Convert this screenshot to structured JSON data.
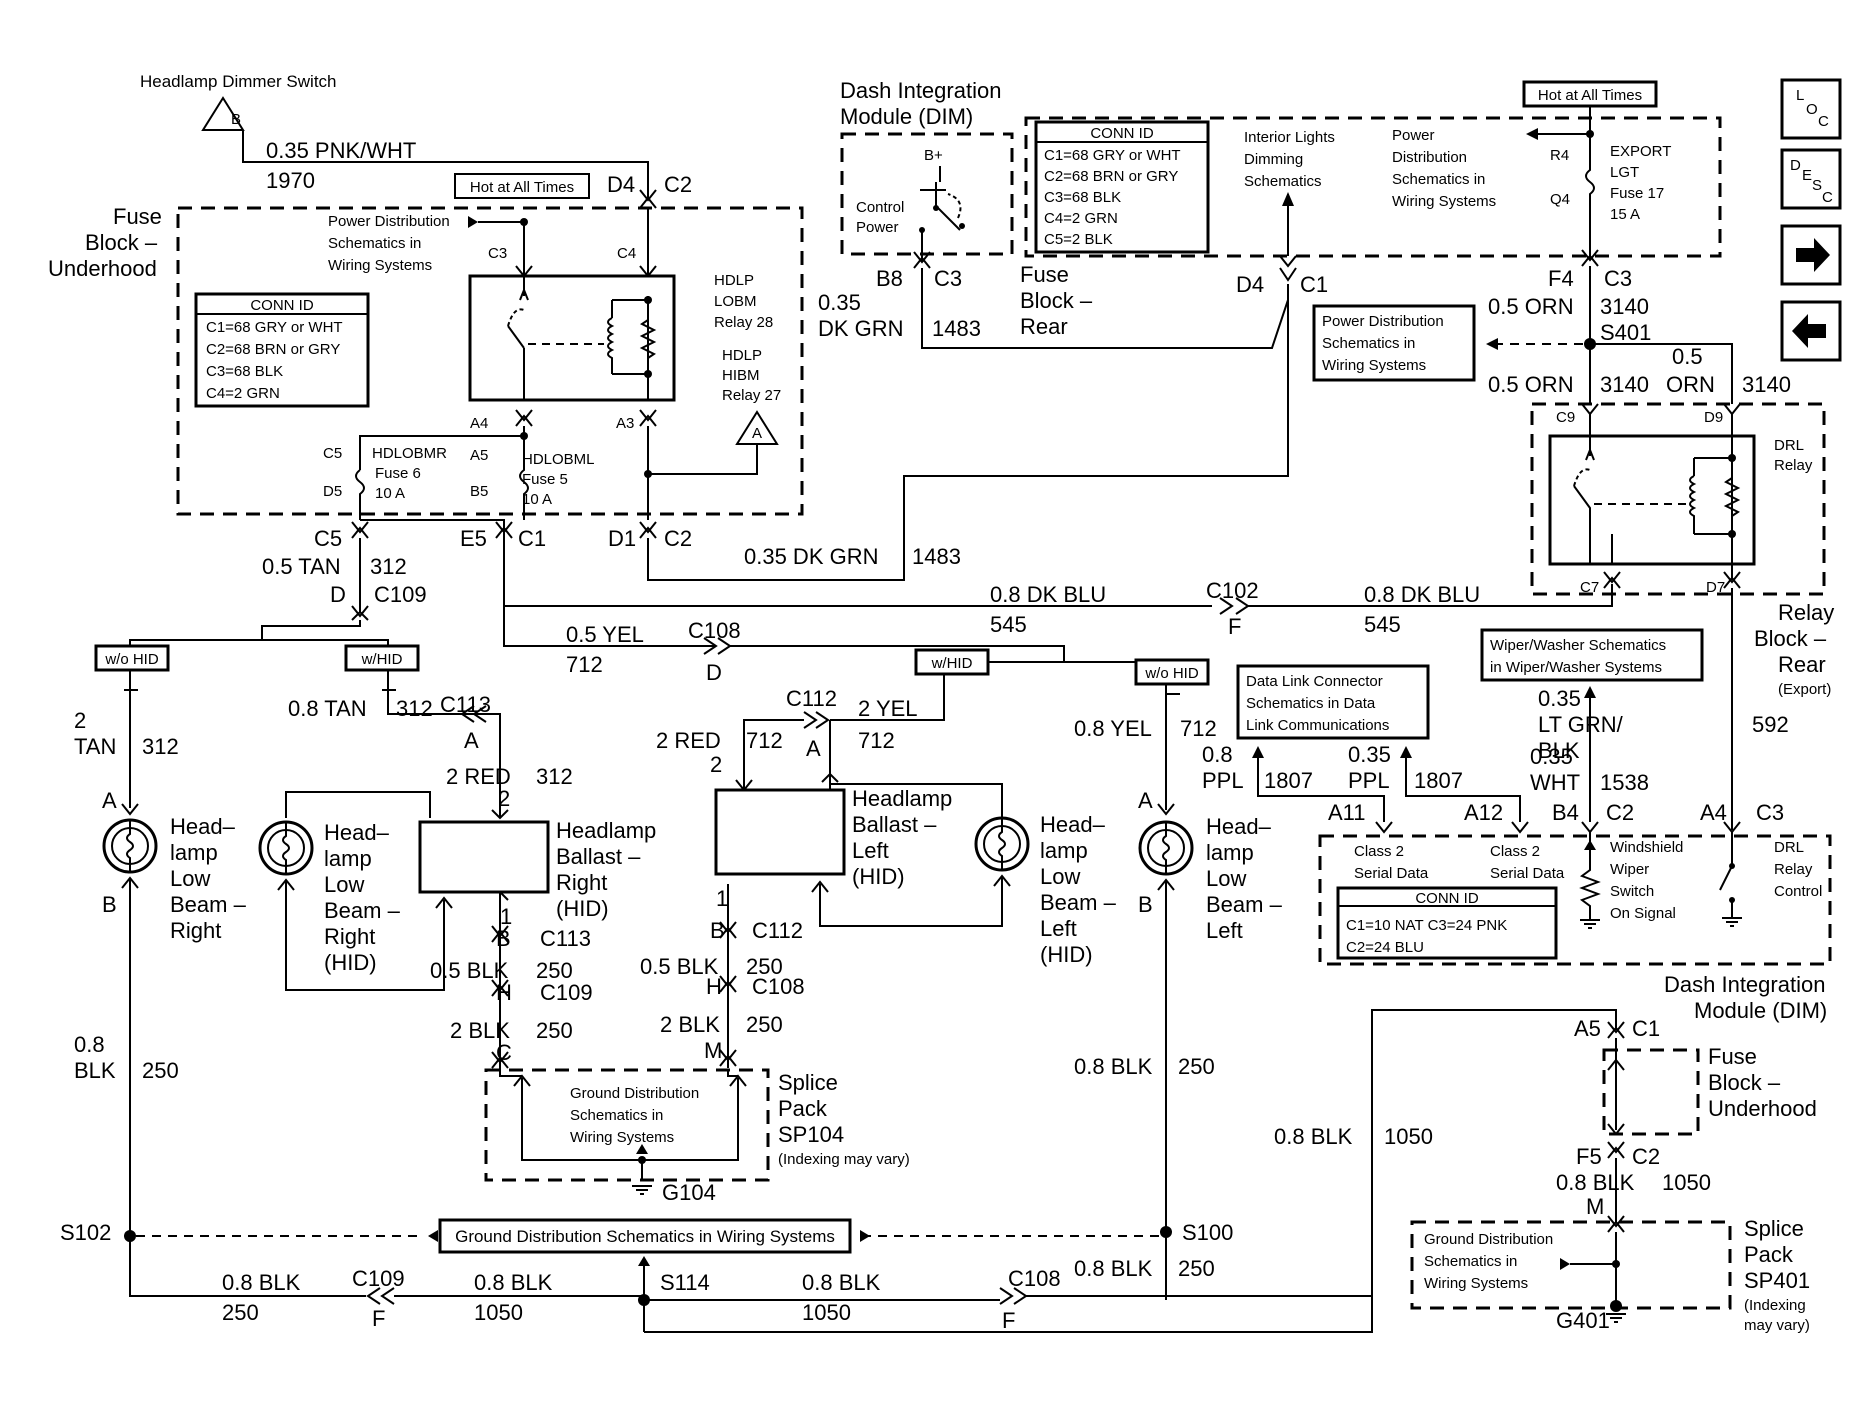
{
  "headlamp_dimmer_switch": "Headlamp Dimmer Switch",
  "dimmer_tag": "B",
  "wire_pnk_wht": "0.35 PNK/WHT",
  "circuit_1970": "1970",
  "d4": "D4",
  "c1": "C1",
  "c2": "C2",
  "c3": "C3",
  "c4": "C4",
  "c5": "C5",
  "hot_at_all_times": "Hot at All Times",
  "power_distribution_line1": "Power Distribution",
  "schematics_in": "Schematics in",
  "wiring_systems": "Wiring Systems",
  "fuse_block_underhood": [
    "Fuse",
    "Block –",
    "Underhood"
  ],
  "conn_id": "CONN ID",
  "underhood_conn": [
    "C1=68 GRY or WHT",
    "C2=68 BRN or GRY",
    "C3=68 BLK",
    "C4=2 GRN"
  ],
  "hdlp_lobm_relay": [
    "HDLP",
    "LOBM",
    "Relay 28"
  ],
  "hdlp_hibm_relay": [
    "HDLP",
    "HIBM",
    "Relay 27"
  ],
  "relay_tag_a": "A",
  "a4": "A4",
  "a3": "A3",
  "a5": "A5",
  "b5": "B5",
  "d5": "D5",
  "d1": "D1",
  "e5": "E5",
  "hdlobmr_fuse": [
    "HDLOBMR",
    "Fuse 6",
    "10 A"
  ],
  "hdlobml_fuse": [
    "HDLOBML",
    "Fuse 5",
    "10 A"
  ],
  "dim_title": [
    "Dash Integration",
    "Module (DIM)"
  ],
  "b_plus": "B+",
  "control_power": [
    "Control",
    "Power"
  ],
  "b8": "B8",
  "wire_035_dk_grn": [
    "0.35",
    "DK GRN"
  ],
  "circuit_1483": "1483",
  "fuse_block_rear": [
    "Fuse",
    "Block –",
    "Rear"
  ],
  "rear_conn": [
    "C1=68 GRY or WHT",
    "C2=68 BRN or GRY",
    "C3=68 BLK",
    "C4=2 GRN",
    "C5=2 BLK"
  ],
  "interior_lights": [
    "Interior Lights",
    "Dimming",
    "Schematics"
  ],
  "power_dist_rear": [
    "Power",
    "Distribution",
    "Schematics in",
    "Wiring Systems"
  ],
  "r4": "R4",
  "q4": "Q4",
  "f4": "F4",
  "export_fuse": [
    "EXPORT",
    "LGT",
    "Fuse 17",
    "15 A"
  ],
  "wire_05_orn": "0.5 ORN",
  "circuit_3140": "3140",
  "s401": "S401",
  "pd_box": [
    "Power Distribution",
    "Schematics in",
    "Wiring Systems"
  ],
  "wire_05": "0.5",
  "orn": "ORN",
  "c9": "C9",
  "d9": "D9",
  "c7": "C7",
  "d7": "D7",
  "drl_relay": [
    "DRL",
    "Relay"
  ],
  "relay_block_rear": [
    "Relay",
    "Block –",
    "Rear"
  ],
  "export_label": "(Export)",
  "wire_05_tan": "0.5 TAN",
  "circuit_312": "312",
  "d": "D",
  "c109": "C109",
  "wire_035_dk_grn_long": "0.35 DK GRN",
  "wire_08_dk_blu": "0.8 DK BLU",
  "circuit_545": "545",
  "c102": "C102",
  "f": "F",
  "wire_05_yel": "0.5 YEL",
  "circuit_712": "712",
  "c108": "C108",
  "wo_hid": "w/o HID",
  "w_hid": "w/HID",
  "wire_08_tan": "0.8 TAN",
  "c113": "C113",
  "wire_2_tan": [
    "2",
    "TAN"
  ],
  "wire_2_red": "2 RED",
  "two": "2",
  "wire_2_yel": "2 YEL",
  "c112": "C112",
  "wire_08_yel": "0.8 YEL",
  "hl_low_right": [
    "Head–",
    "lamp",
    "Low",
    "Beam –",
    "Right"
  ],
  "hl_low_right_hid": [
    "Head–",
    "lamp",
    "Low",
    "Beam –",
    "Right",
    "(HID)"
  ],
  "ballast_right": [
    "Headlamp",
    "Ballast –",
    "Right",
    "(HID)"
  ],
  "ballast_left": [
    "Headlamp",
    "Ballast –",
    "Left",
    "(HID)"
  ],
  "hl_low_left_hid": [
    "Head–",
    "lamp",
    "Low",
    "Beam –",
    "Left",
    "(HID)"
  ],
  "hl_low_left": [
    "Head–",
    "lamp",
    "Low",
    "Beam –",
    "Left"
  ],
  "a": "A",
  "b": "B",
  "one": "1",
  "h": "H",
  "c": "C",
  "m": "M",
  "wire_05_blk": "0.5 BLK",
  "circuit_250": "250",
  "wire_2_blk": "2 BLK",
  "wire_08_blk_stack": [
    "0.8",
    "BLK"
  ],
  "wire_08_blk": "0.8 BLK",
  "ground_dist_box": [
    "Ground Distribution",
    "Schematics in",
    "Wiring Systems"
  ],
  "splice_sp104": [
    "Splice",
    "Pack",
    "SP104"
  ],
  "indexing": "(Indexing may vary)",
  "g104": "G104",
  "s102": "S102",
  "s100": "S100",
  "s114": "S114",
  "ground_dist_wide": "Ground Distribution Schematics in Wiring Systems",
  "circuit_1050": "1050",
  "data_link": [
    "Data Link Connector",
    "Schematics in Data",
    "Link Communications"
  ],
  "wiper_washer": [
    "Wiper/Washer Schematics",
    "in Wiper/Washer Systems"
  ],
  "wire_08_ppl": [
    "0.8",
    "PPL"
  ],
  "wire_035_ppl": [
    "0.35",
    "PPL"
  ],
  "circuit_1807": "1807",
  "wire_035_wht": [
    "0.35",
    "WHT"
  ],
  "circuit_1538": "1538",
  "wire_035_lt_grn": [
    "0.35",
    "LT GRN/",
    "BLK"
  ],
  "circuit_592": "592",
  "a11": "A11",
  "a12": "A12",
  "b4": "B4",
  "a4r": "A4",
  "a5r": "A5",
  "f5": "F5",
  "class2": [
    "Class 2",
    "Serial Data"
  ],
  "dim_conn": [
    "C1=10 NAT  C3=24 PNK",
    "C2=24 BLU"
  ],
  "windshield": [
    "Windshield",
    "Wiper",
    "Switch",
    "On Signal"
  ],
  "drl_relay_control": [
    "DRL",
    "Relay",
    "Control"
  ],
  "dim_bottom": [
    "Dash Integration",
    "Module (DIM)"
  ],
  "splice_sp401": [
    "Splice",
    "Pack",
    "SP401"
  ],
  "indexing_stack": [
    "(Indexing",
    "may vary)"
  ],
  "g401": "G401",
  "nav_loc": [
    "L",
    "O",
    "C"
  ],
  "nav_desc": [
    "D",
    "E",
    "S",
    "C"
  ]
}
